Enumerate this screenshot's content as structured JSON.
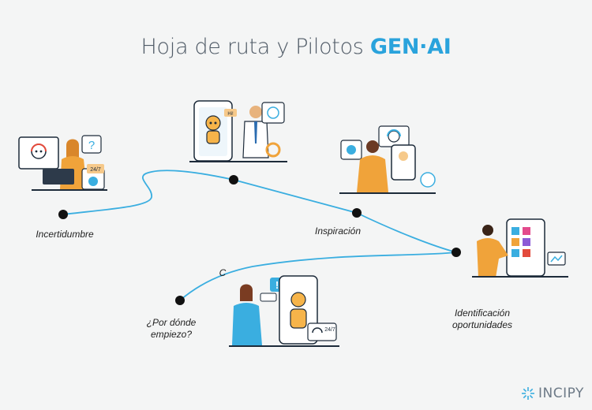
{
  "title": {
    "main": "Hoja de ruta y Pilotos",
    "accent": "GEN·AI"
  },
  "milestones": [
    {
      "label": "Incertidumbre"
    },
    {
      "label": "Inspiración"
    },
    {
      "label": "Identificación oportunidades",
      "line1": "Identificación",
      "line2": "oportunidades"
    },
    {
      "label": "C"
    },
    {
      "label": "¿Por dónde empiezo?",
      "line1": "¿Por dónde",
      "line2": "empiezo?"
    }
  ],
  "illustrations": {
    "badges": {
      "help": "?",
      "support_hours": "24/7",
      "chat": "Hi!",
      "alert": "!",
      "support_hours_2": "24/7"
    }
  },
  "colors": {
    "accent": "#2aa3dc",
    "title": "#4f5a66",
    "road": "#3aaee0",
    "dot": "#111111"
  },
  "brand": {
    "name": "INCIPY"
  }
}
